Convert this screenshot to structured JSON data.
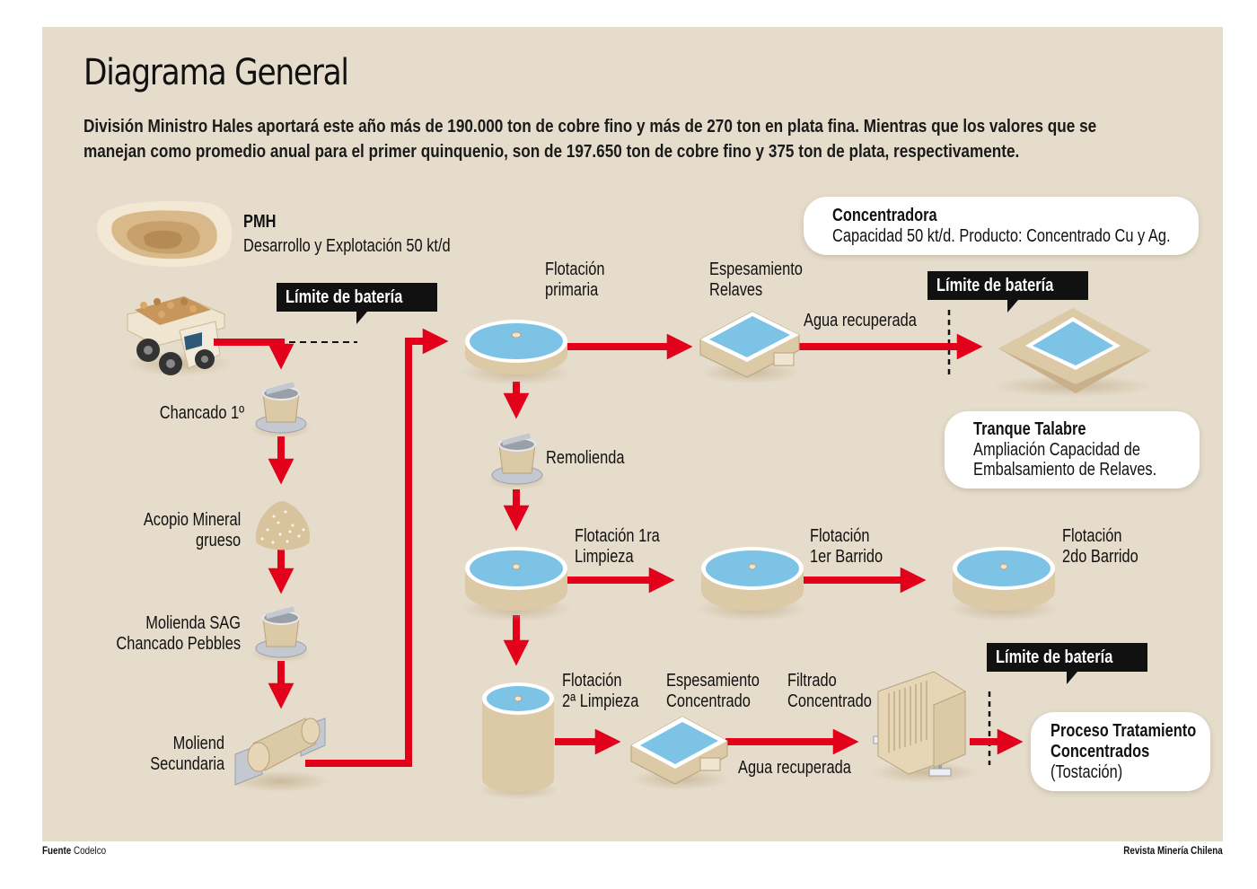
{
  "title": "Diagrama General",
  "intro": {
    "line1": "División Ministro Hales aportará este año más de 190.000 ton de cobre fino y más de 270 ton en plata fina. Mientras que los valores que se",
    "line2": "manejan como promedio anual para el primer quinquenio, son de 197.650 ton de cobre fino y 375 ton de plata, respectivamente."
  },
  "pmh": {
    "title": "PMH",
    "subtitle": "Desarrollo y Explotación 50 kt/d"
  },
  "limite_label": "Límite de batería",
  "left_column": {
    "chancado": "Chancado 1º",
    "acopio_1": "Acopio Mineral",
    "acopio_2": "grueso",
    "sag_1": "Molienda SAG",
    "sag_2": "Chancado Pebbles",
    "moliend_1": "Moliend",
    "moliend_2": "Secundaria"
  },
  "concentradora": {
    "title": "Concentradora",
    "detail": "Capacidad 50 kt/d.   Producto: Concentrado Cu y Ag."
  },
  "stages": {
    "flot_primaria_1": "Flotación",
    "flot_primaria_2": "primaria",
    "esp_relaves_1": "Espesamiento",
    "esp_relaves_2": "Relaves",
    "agua_recuperada": "Agua recuperada",
    "remolienda": "Remolienda",
    "flot_1ra_1": "Flotación 1ra",
    "flot_1ra_2": "Limpieza",
    "flot_1er_1": "Flotación",
    "flot_1er_2": "1er Barrido",
    "flot_2do_1": "Flotación",
    "flot_2do_2": "2do Barrido",
    "flot_2a_1": "Flotación",
    "flot_2a_2": "2ª Limpieza",
    "esp_conc_1": "Espesamiento",
    "esp_conc_2": "Concentrado",
    "filtrado_1": "Filtrado",
    "filtrado_2": "Concentrado"
  },
  "tranque": {
    "title": "Tranque Talabre",
    "line1": "Ampliación Capacidad de",
    "line2": "Embalsamiento de Relaves."
  },
  "proceso": {
    "line1": "Proceso Tratamiento",
    "line2": "Concentrados",
    "line3": "(Tostación)"
  },
  "footer": {
    "source_label": "Fuente",
    "source_value": "Codelco",
    "publisher": "Revista Minería Chilena"
  },
  "colors": {
    "background": "#e5dccb",
    "flow_arrow": "#e2001a",
    "water": "#7cc3e6",
    "equipment": "#dcc9a6",
    "label_box": "#111111"
  }
}
